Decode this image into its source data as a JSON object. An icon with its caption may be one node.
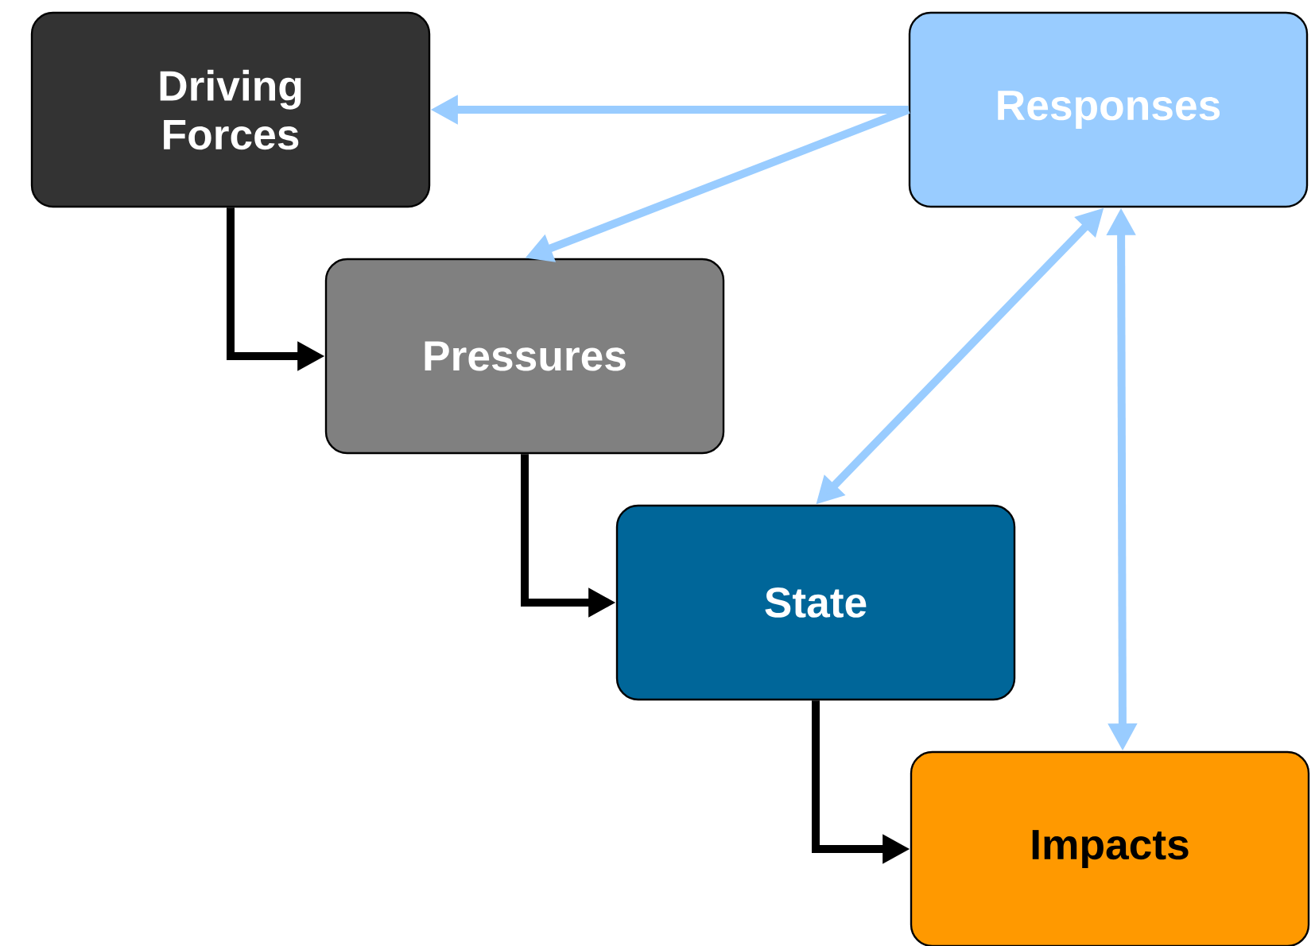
{
  "diagram": {
    "nodes": [
      {
        "text": [
          "Driving Forces"
        ]
      },
      {
        "text": [
          "Responses"
        ]
      },
      {
        "text": [
          "Pressures"
        ]
      },
      {
        "text": [
          "State"
        ]
      },
      {
        "text": [
          "Impacts"
        ]
      }
    ],
    "edges": [
      {
        "from": 0,
        "to": 2,
        "arrow": "to",
        "color": "#000000"
      },
      {
        "from": 2,
        "to": 3,
        "arrow": "to",
        "color": "#000000"
      },
      {
        "from": 3,
        "to": 4,
        "arrow": "to",
        "color": "#000000"
      },
      {
        "from": 1,
        "to": 0,
        "arrow": "to"
      },
      {
        "from": 1,
        "to": 2,
        "arrow": "to"
      },
      {
        "from": 1,
        "to": 3,
        "arrow": "both"
      },
      {
        "from": 1,
        "to": 4,
        "arrow": "both"
      }
    ]
  }
}
